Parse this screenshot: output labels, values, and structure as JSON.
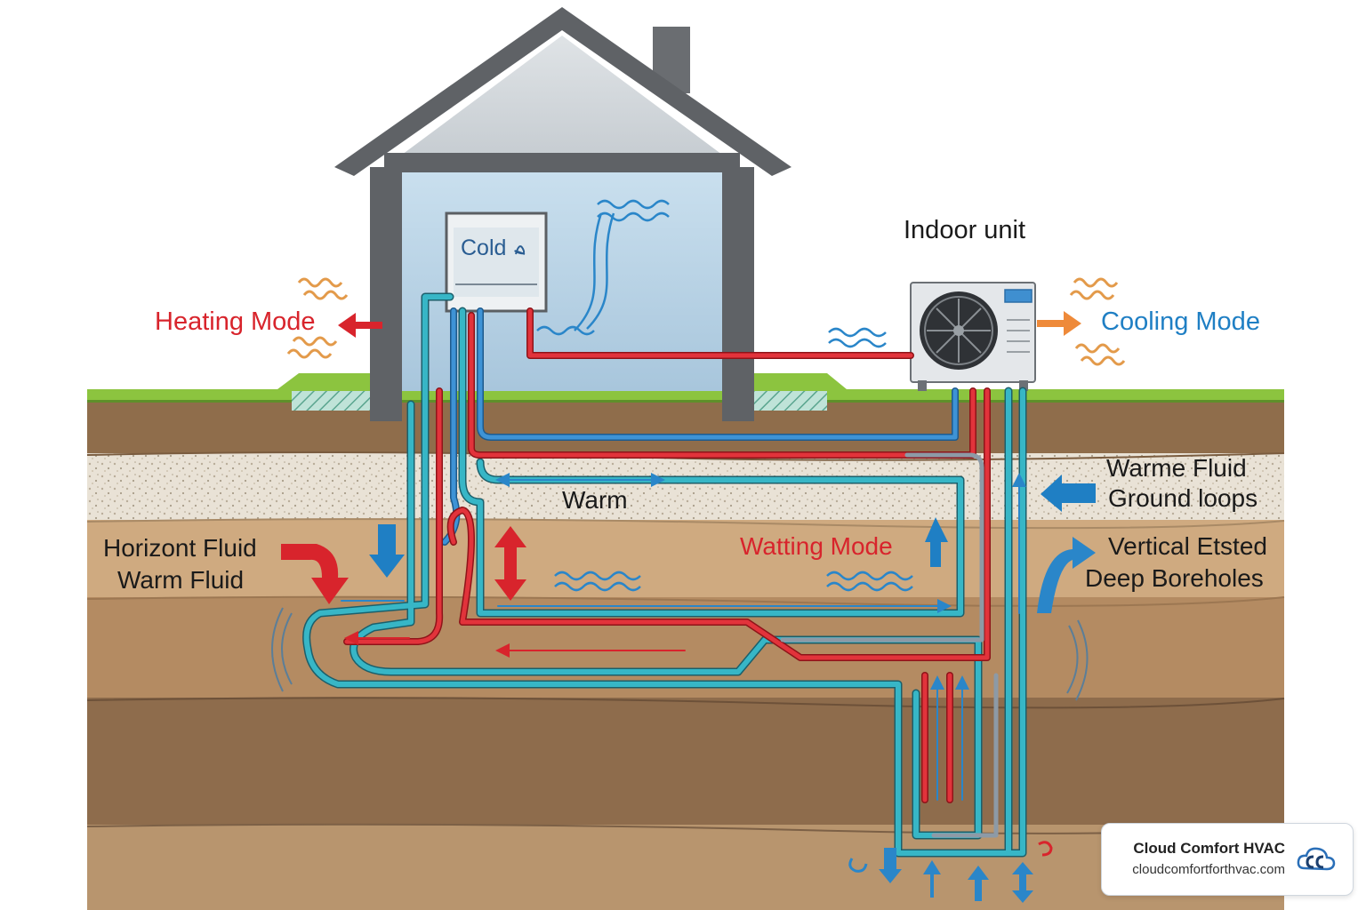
{
  "labels": {
    "cold": "Cold",
    "indoor_unit": "Indoor unit",
    "heating_mode": "Heating Mode",
    "cooling_mode": "Cooling Mode",
    "warme_fluid": "Warme Fluid",
    "ground_loops": "Ground loops",
    "warm": "Warm",
    "watting_mode": "Watting Mode",
    "horizont_fluid": "Horizont Fluid",
    "warm_fluid": "Warm Fluid",
    "vertical_etsted": "Vertical Etsted",
    "deep_boreholes": "Deep Boreholes"
  },
  "brand": {
    "name": "Cloud Comfort HVAC",
    "url": "cloudcomfortforthvac.com",
    "logo_icon": "cc-cloud-logo-icon"
  },
  "colors": {
    "heating_red": "#d8242c",
    "cooling_blue": "#1f7fc4",
    "pipe_teal": "#37b6c6",
    "pipe_blue": "#2a86c9",
    "grass": "#8cc43f",
    "soil_dark": "#8a6a4a",
    "soil_light": "#c8a37a",
    "house_gray": "#5f6266"
  },
  "icons": [
    "fan-icon",
    "heat-wave-icon",
    "water-wave-icon",
    "arrow-icon"
  ]
}
